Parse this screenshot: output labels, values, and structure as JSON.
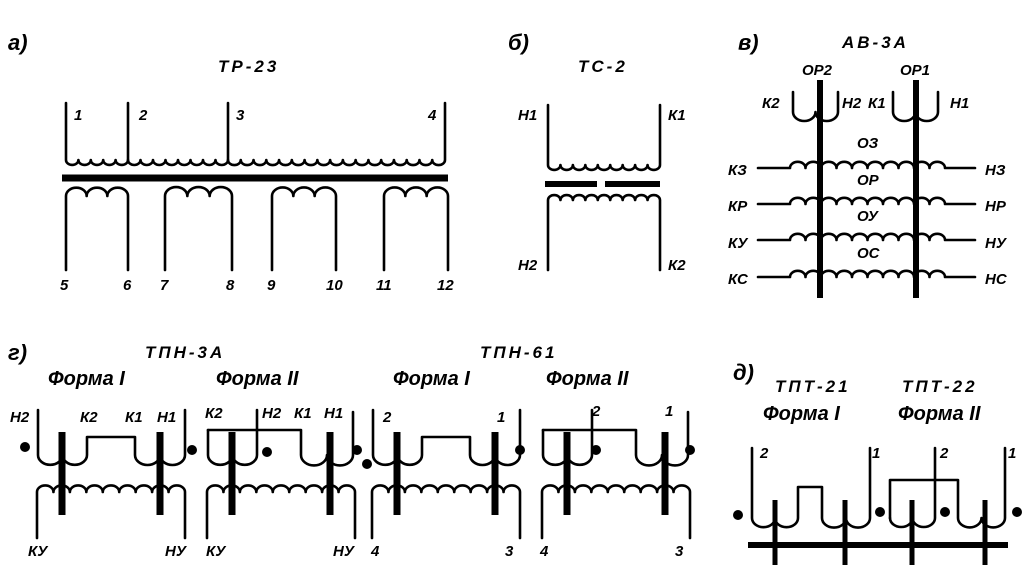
{
  "panels": {
    "a": {
      "letter": "а)",
      "title": "ТР-23",
      "top_taps": [
        "1",
        "2",
        "3",
        "4"
      ],
      "bottom_taps": [
        "5",
        "6",
        "7",
        "8",
        "9",
        "10",
        "11",
        "12"
      ]
    },
    "b": {
      "letter": "б)",
      "title": "ТС-2",
      "terminals": [
        "Н1",
        "К1",
        "Н2",
        "К2"
      ]
    },
    "v": {
      "letter": "в)",
      "title": "АВ-3А",
      "cores": [
        "ОР2",
        "ОР1"
      ],
      "top_terminals": [
        "К2",
        "Н2",
        "К1",
        "Н1"
      ],
      "windings": [
        "ОЗ",
        "ОР",
        "ОУ",
        "ОС"
      ],
      "left_terminals": [
        "КЗ",
        "КР",
        "КУ",
        "КС"
      ],
      "right_terminals": [
        "НЗ",
        "НР",
        "НУ",
        "НС"
      ]
    },
    "g": {
      "letter": "г)",
      "title_1": "ТПН-3А",
      "title_2": "ТПН-61",
      "forms": [
        "Форма I",
        "Форма II",
        "Форма I",
        "Форма II"
      ],
      "d1": [
        "Н2",
        "К2",
        "К1",
        "Н1",
        "КУ",
        "НУ"
      ],
      "d2": [
        "К2",
        "Н2",
        "К1",
        "Н1",
        "КУ",
        "НУ"
      ],
      "d3": [
        "2",
        "1",
        "4",
        "3"
      ],
      "d4": [
        "2",
        "1",
        "4",
        "3"
      ]
    },
    "d": {
      "letter": "д)",
      "title_1": "ТПТ-21",
      "title_2": "ТПТ-22",
      "forms": [
        "Форма I",
        "Форма II"
      ],
      "terminals": [
        "2",
        "1",
        "2",
        "1"
      ]
    }
  }
}
